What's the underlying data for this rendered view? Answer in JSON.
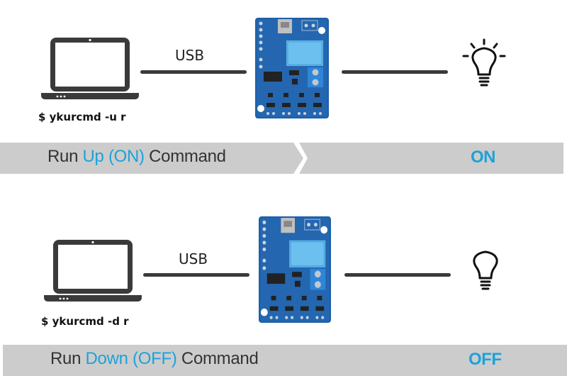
{
  "colors": {
    "banner_bg": "#cccccc",
    "highlight": "#1ea2d8",
    "text_dark": "#333333",
    "icon_dark": "#3a3a3a",
    "board_blue": "#1d5fa8"
  },
  "panels": [
    {
      "command": "$ ykurcmd -u r",
      "link_label": "USB",
      "lamp_state_icon": "lightbulb-on-icon",
      "banner": {
        "prefix": "Run",
        "highlight": "Up (ON)",
        "suffix": "Command",
        "state": "ON"
      }
    },
    {
      "command": "$ ykurcmd -d r",
      "link_label": "USB",
      "lamp_state_icon": "lightbulb-off-icon",
      "banner": {
        "prefix": "Run",
        "highlight": "Down (OFF)",
        "suffix": "Command",
        "state": "OFF"
      }
    }
  ]
}
